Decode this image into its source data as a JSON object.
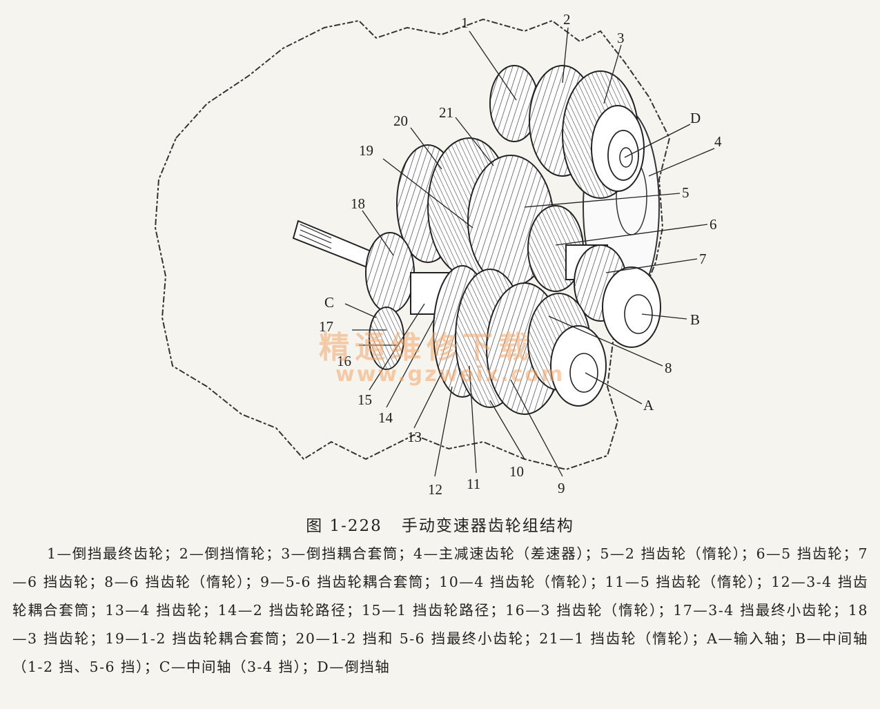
{
  "figure": {
    "labels": [
      "1",
      "2",
      "3",
      "D",
      "4",
      "5",
      "6",
      "7",
      "B",
      "8",
      "A",
      "9",
      "10",
      "11",
      "12",
      "13",
      "14",
      "15",
      "16",
      "17",
      "C",
      "18",
      "19",
      "20",
      "21"
    ],
    "watermark": "精通维修下载",
    "watermark_url": "www.gzweix.com"
  },
  "caption": {
    "number": "图 1-228",
    "title": "手动变速器齿轮组结构"
  },
  "legend": "1—倒挡最终齿轮；2—倒挡惰轮；3—倒挡耦合套筒；4—主减速齿轮（差速器）；5—2 挡齿轮（惰轮）；6—5 挡齿轮；7—6 挡齿轮；8—6 挡齿轮（惰轮）；9—5-6 挡齿轮耦合套筒；10—4 挡齿轮（惰轮）；11—5 挡齿轮（惰轮）；12—3-4 挡齿轮耦合套筒；13—4 挡齿轮；14—2 挡齿轮路径；15—1 挡齿轮路径；16—3 挡齿轮（惰轮）；17—3-4 挡最终小齿轮；18—3 挡齿轮；19—1-2 挡齿轮耦合套筒；20—1-2 挡和 5-6 挡最终小齿轮；21—1 挡齿轮（惰轮）；A—输入轴；B—中间轴（1-2 挡、5-6 挡）；C—中间轴（3-4 挡）；D—倒挡轴"
}
